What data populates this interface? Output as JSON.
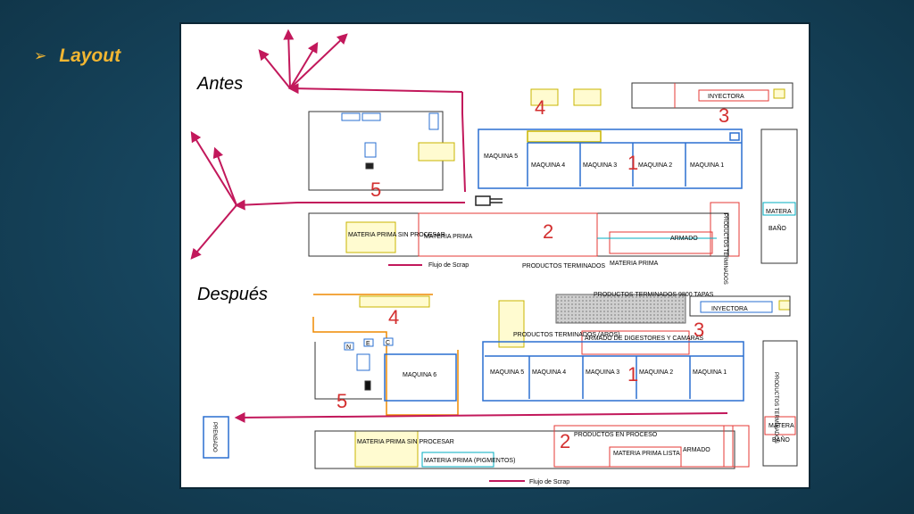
{
  "slide": {
    "title": "Layout",
    "bullet_icon": "arrow-bullet-icon",
    "accent_color": "#f2b632"
  },
  "before": {
    "label": "Antes",
    "zones": {
      "z1": "1",
      "z2": "2",
      "z3": "3",
      "z4": "4",
      "z5": "5"
    },
    "machines": [
      "MAQUINA 5",
      "MAQUINA 4",
      "MAQUINA 3",
      "MAQUINA 2",
      "MAQUINA 1"
    ],
    "injector": "INYECTORA",
    "raw_unprocessed": "MATERIA PRIMA SIN PROCESAR",
    "raw_material": "MATERIA PRIMA",
    "raw_material_bottom": "MATERIA PRIMA",
    "assembly": "ARMADO",
    "finished_products": "PRODUCTOS TERMINADOS",
    "finished_products_vertical": "PRODUCTOS TERMINADOS",
    "materia_right": "MATERA",
    "bath": "BAÑO",
    "scrap_flow": "Flujo de Scrap"
  },
  "after": {
    "label": "Después",
    "zones": {
      "z1": "1",
      "z2": "2",
      "z3": "3",
      "z4": "4",
      "z5": "5"
    },
    "machines": [
      "MAQUINA 6",
      "MAQUINA 5",
      "MAQUINA 4",
      "MAQUINA 3",
      "MAQUINA 2",
      "MAQUINA 1"
    ],
    "finished_9800": "PRODUCTOS TERMINADOS 9800 TAPAS",
    "injector": "INYECTORA",
    "finished_rings": "PRODUCTOS TERMINADOS (AROS)",
    "digester_assembly": "ARMADO DE DIGESTORES Y CAMARAS",
    "products_in_process": "PRODUCTOS EN PROCESO",
    "raw_ready": "MATERIA PRIMA LISTA",
    "assembly": "ARMADO",
    "raw_unprocessed": "MATERIA PRIMA SIN PROCESAR",
    "raw_pigments": "MATERIA PRIMA (PIGMENTOS)",
    "finished_vertical": "PRODUCTOS TERMINADOS",
    "materia_right": "MATERA",
    "bath": "BAÑO",
    "press": "PRENSADO",
    "scrap_flow": "Flujo de Scrap",
    "small_boxes": [
      "N",
      "E",
      "C"
    ]
  }
}
